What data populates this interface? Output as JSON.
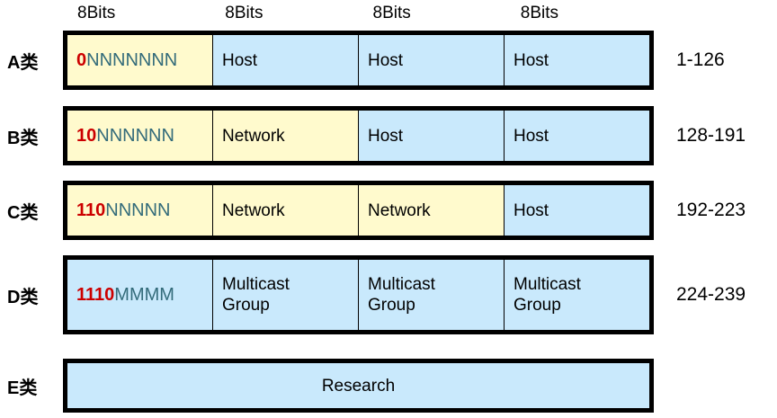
{
  "header": {
    "bits_labels": [
      "8Bits",
      "8Bits",
      "8Bits",
      "8Bits"
    ]
  },
  "colors": {
    "network_fill": "#fffacd",
    "host_fill": "#c9e9fc",
    "prefix_bits": "#cc0000",
    "prefix_fill_letters": "#336b7a",
    "border": "#000000",
    "background": "#ffffff"
  },
  "rows": [
    {
      "label": "A类",
      "range": "1-126",
      "prefix_bits": "0",
      "prefix_fill": "NNNNNNN",
      "cells": [
        {
          "kind": "prefix",
          "fill": "yellow",
          "text": "0NNNNNNN"
        },
        {
          "kind": "text",
          "fill": "blue",
          "text": "Host"
        },
        {
          "kind": "text",
          "fill": "blue",
          "text": "Host"
        },
        {
          "kind": "text",
          "fill": "blue",
          "text": "Host"
        }
      ]
    },
    {
      "label": "B类",
      "range": "128-191",
      "prefix_bits": "10",
      "prefix_fill": "NNNNNN",
      "cells": [
        {
          "kind": "prefix",
          "fill": "yellow",
          "text": "10NNNNNN"
        },
        {
          "kind": "text",
          "fill": "yellow",
          "text": "Network"
        },
        {
          "kind": "text",
          "fill": "blue",
          "text": "Host"
        },
        {
          "kind": "text",
          "fill": "blue",
          "text": "Host"
        }
      ]
    },
    {
      "label": "C类",
      "range": "192-223",
      "prefix_bits": "110",
      "prefix_fill": "NNNNN",
      "cells": [
        {
          "kind": "prefix",
          "fill": "yellow",
          "text": "110NNNNN"
        },
        {
          "kind": "text",
          "fill": "yellow",
          "text": "Network"
        },
        {
          "kind": "text",
          "fill": "yellow",
          "text": "Network"
        },
        {
          "kind": "text",
          "fill": "blue",
          "text": "Host"
        }
      ]
    },
    {
      "label": "D类",
      "range": "224-239",
      "prefix_bits": "1110",
      "prefix_fill": "MMMM",
      "cells": [
        {
          "kind": "prefix",
          "fill": "blue",
          "text": "1110MMMM"
        },
        {
          "kind": "text",
          "fill": "blue",
          "text": "Multicast\nGroup"
        },
        {
          "kind": "text",
          "fill": "blue",
          "text": "Multicast\nGroup"
        },
        {
          "kind": "text",
          "fill": "blue",
          "text": "Multicast\nGroup"
        }
      ]
    },
    {
      "label": "E类",
      "range": "",
      "prefix_bits": "",
      "prefix_fill": "",
      "cells": [
        {
          "kind": "text",
          "fill": "blue",
          "text": "Research"
        }
      ]
    }
  ]
}
